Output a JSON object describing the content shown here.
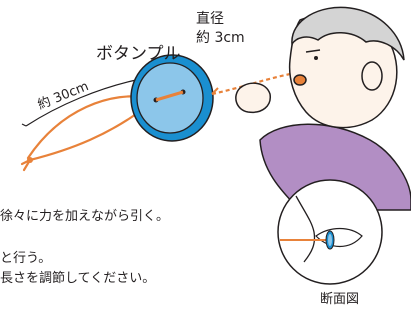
{
  "diameter_label": "直径",
  "diameter_value": "約 3cm",
  "button_pull_label": "ボタンプル",
  "string_length_label": "約 30cm",
  "body_text": {
    "line1": "徐々に力を加えながら引く。",
    "line2": "と行う。",
    "line3": "長さを調節してください。"
  },
  "cross_section_label": "断面図",
  "colors": {
    "button_fill": "#8cc6ea",
    "button_ring": "#1a8fd0",
    "string": "#e8823a",
    "sleeve": "#b28ec4",
    "skin": "#fdf3ea",
    "hair": "#d4d4d4",
    "outline": "#231f20"
  }
}
